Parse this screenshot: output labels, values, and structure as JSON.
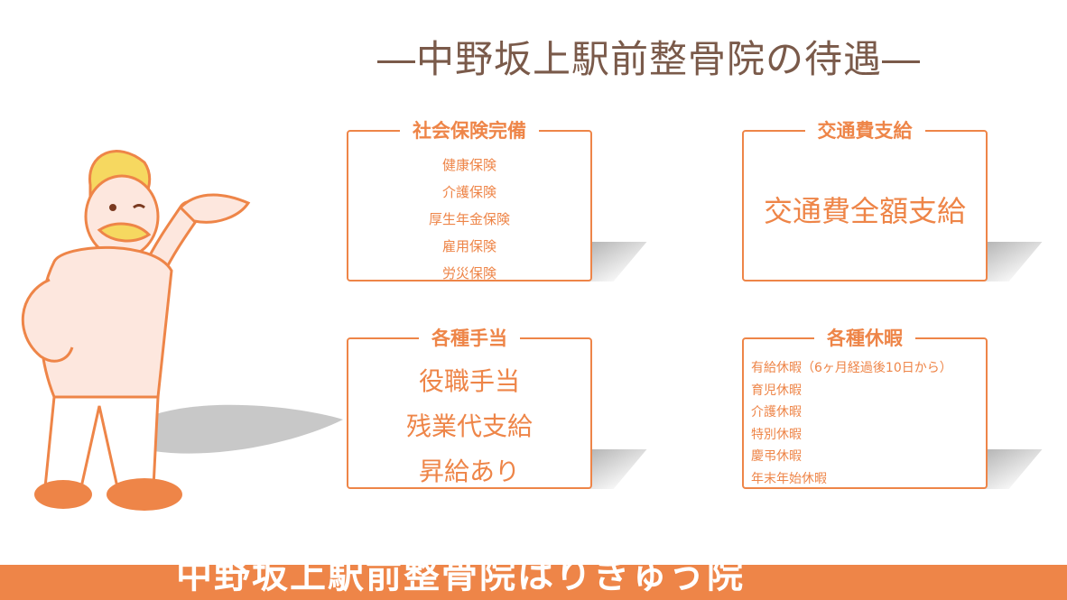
{
  "page_title": "―中野坂上駅前整骨院の待遇―",
  "boxes": {
    "social_insurance": {
      "title": "社会保険完備",
      "items": [
        "健康保険",
        "介護保険",
        "厚生年金保険",
        "雇用保険",
        "労災保険"
      ]
    },
    "transport": {
      "title": "交通費支給",
      "text": "交通費全額支給"
    },
    "allowances": {
      "title": "各種手当",
      "items": [
        "役職手当",
        "残業代支給",
        "昇給あり"
      ]
    },
    "vacation": {
      "title": "各種休暇",
      "items": [
        "有給休暇（6ヶ月経過後10日から）",
        "育児休暇",
        "介護休暇",
        "特別休暇",
        "慶弔休暇",
        "年末年始休暇"
      ]
    }
  },
  "footer": {
    "text": "中野坂上駅前整骨院はりきゅう院"
  },
  "colors": {
    "accent": "#ee8548",
    "title": "#7a5a4a"
  },
  "icons": {
    "mascot": "mascot-illustration"
  }
}
